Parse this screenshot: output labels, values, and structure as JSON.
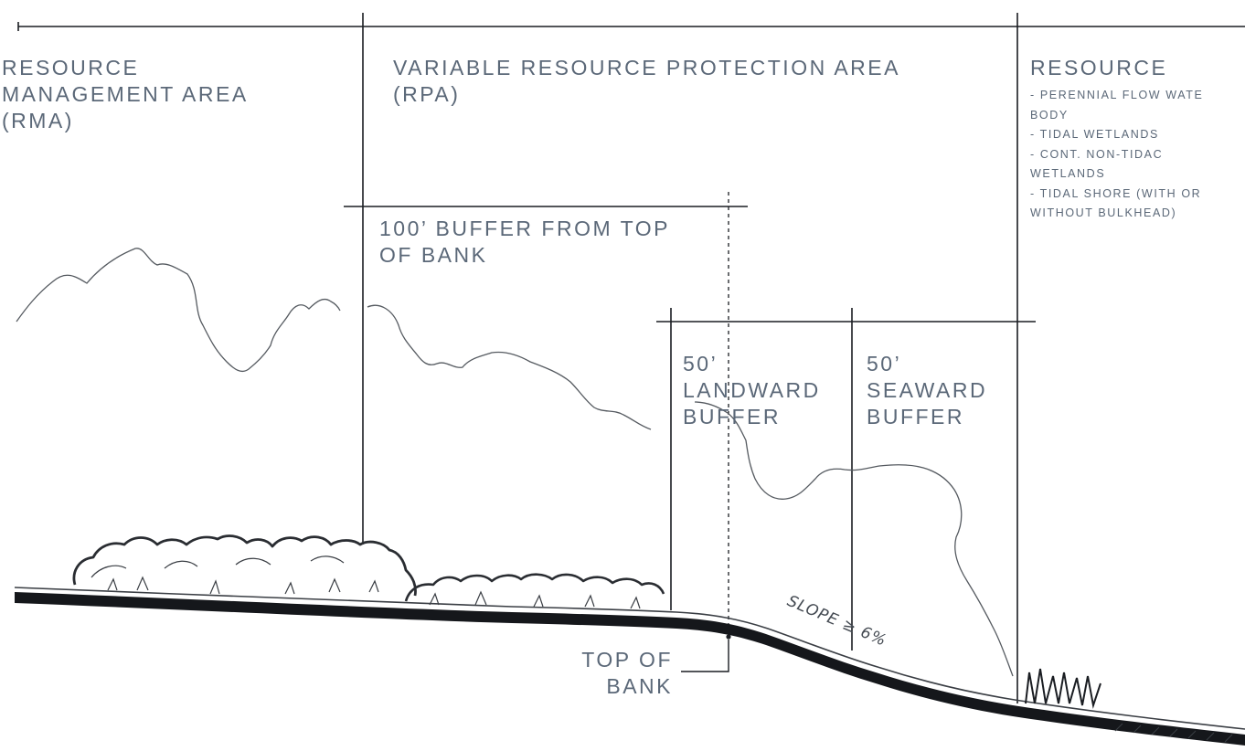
{
  "labels": {
    "rma": [
      "RESOURCE",
      "MANAGEMENT AREA",
      "(RMA)"
    ],
    "rpa": [
      "VARIABLE RESOURCE PROTECTION AREA",
      "(RPA)"
    ],
    "resource_title": "RESOURCE",
    "resource_items": [
      "- PERENNIAL FLOW WATE",
      "BODY",
      "- TIDAL WETLANDS",
      "- CONT. NON-TIDAC",
      "WETLANDS",
      "- TIDAL SHORE (WITH OR",
      "WITHOUT BULKHEAD)"
    ],
    "buffer_100": [
      "100’ BUFFER FROM TOP",
      "OF BANK"
    ],
    "landward": [
      "50’",
      "LANDWARD",
      "BUFFER"
    ],
    "seaward": [
      "50’",
      "SEAWARD",
      "BUFFER"
    ],
    "top_of_bank": [
      "TOP OF",
      "BANK"
    ],
    "slope": "SLOPE ≥ 6%"
  },
  "colors": {
    "label_text": "#5b6878",
    "ink": "#1a1d22",
    "ground": "#15171b",
    "sketch": "#555a60"
  }
}
